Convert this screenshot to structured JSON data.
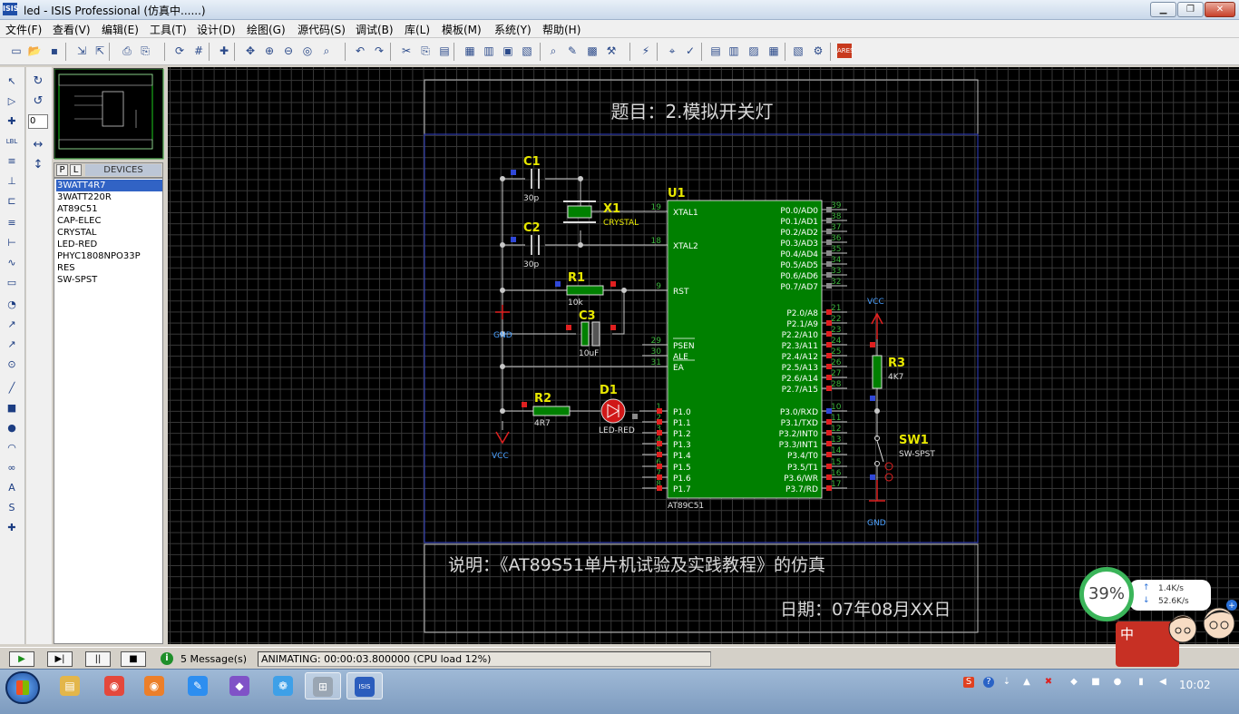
{
  "window": {
    "title": "led - ISIS Professional (仿真中......)",
    "app_icon": "ISIS",
    "min": "▁",
    "max": "❐",
    "close": "✕"
  },
  "menu": [
    "文件(F)",
    "查看(V)",
    "编辑(E)",
    "工具(T)",
    "设计(D)",
    "绘图(G)",
    "源代码(S)",
    "调试(B)",
    "库(L)",
    "模板(M)",
    "系统(Y)",
    "帮助(H)"
  ],
  "toolbar": {
    "icons": [
      "new-file-icon",
      "open-file-icon",
      "save-icon",
      "import-icon",
      "export-icon",
      "print-icon",
      "print-area-icon",
      "refresh-icon",
      "grid-icon",
      "origin-icon",
      "pan-icon",
      "zoom-in-icon",
      "zoom-out-icon",
      "zoom-all-icon",
      "zoom-area-icon",
      "undo-icon",
      "redo-icon",
      "cut-icon",
      "copy-icon",
      "paste-icon",
      "block-copy-icon",
      "block-move-icon",
      "block-rotate-icon",
      "block-delete-icon",
      "pick-device-icon",
      "make-device-icon",
      "packaging-icon",
      "decompose-icon",
      "wire-autorouter-icon",
      "search-tag-icon",
      "property-assign-icon",
      "new-sheet-icon",
      "remove-sheet-icon",
      "exit-to-parent-icon",
      "bill-of-materials-icon",
      "electrical-check-icon",
      "netlist-icon",
      "ares-icon"
    ]
  },
  "left_tools": [
    "selection-mode-icon",
    "component-mode-icon",
    "junction-dot-icon",
    "wire-label-icon",
    "text-script-icon",
    "buses-icon",
    "subcircuit-icon",
    "terminals-icon",
    "device-pins-icon",
    "graph-icon",
    "tape-recorder-icon",
    "generator-icon",
    "voltage-probe-icon",
    "current-probe-icon",
    "virtual-instruments-icon",
    "line-icon",
    "box-icon",
    "circle-icon",
    "arc-icon",
    "path-icon",
    "text-icon",
    "symbol-icon",
    "marker-icon"
  ],
  "rotation": {
    "value": "0"
  },
  "devices": {
    "tab_p": "P",
    "tab_l": "L",
    "title": "DEVICES",
    "items": [
      "3WATT4R7",
      "3WATT220R",
      "AT89C51",
      "CAP-ELEC",
      "CRYSTAL",
      "LED-RED",
      "PHYC1808NPO33P",
      "RES",
      "SW-SPST"
    ],
    "selected_index": 0
  },
  "schematic": {
    "title_text": "题目：2.模拟开关灯",
    "note_text": "说明：《AT89S51单片机试验及实践教程》的仿真",
    "date_text": "日期：07年08月XX日",
    "u1": {
      "ref": "U1",
      "part": "AT89C51",
      "left_pins": [
        {
          "num": "19",
          "name": "XTAL1"
        },
        {
          "num": "18",
          "name": "XTAL2"
        },
        {
          "num": "9",
          "name": "RST"
        },
        {
          "num": "29",
          "name": "PSEN"
        },
        {
          "num": "30",
          "name": "ALE"
        },
        {
          "num": "31",
          "name": "EA"
        },
        {
          "num": "1",
          "name": "P1.0"
        },
        {
          "num": "2",
          "name": "P1.1"
        },
        {
          "num": "3",
          "name": "P1.2"
        },
        {
          "num": "4",
          "name": "P1.3"
        },
        {
          "num": "5",
          "name": "P1.4"
        },
        {
          "num": "6",
          "name": "P1.5"
        },
        {
          "num": "7",
          "name": "P1.6"
        },
        {
          "num": "8",
          "name": "P1.7"
        }
      ],
      "right_pins": [
        {
          "num": "39",
          "name": "P0.0/AD0"
        },
        {
          "num": "38",
          "name": "P0.1/AD1"
        },
        {
          "num": "37",
          "name": "P0.2/AD2"
        },
        {
          "num": "36",
          "name": "P0.3/AD3"
        },
        {
          "num": "35",
          "name": "P0.4/AD4"
        },
        {
          "num": "34",
          "name": "P0.5/AD5"
        },
        {
          "num": "33",
          "name": "P0.6/AD6"
        },
        {
          "num": "32",
          "name": "P0.7/AD7"
        },
        {
          "num": "21",
          "name": "P2.0/A8"
        },
        {
          "num": "22",
          "name": "P2.1/A9"
        },
        {
          "num": "23",
          "name": "P2.2/A10"
        },
        {
          "num": "24",
          "name": "P2.3/A11"
        },
        {
          "num": "25",
          "name": "P2.4/A12"
        },
        {
          "num": "26",
          "name": "P2.5/A13"
        },
        {
          "num": "27",
          "name": "P2.6/A14"
        },
        {
          "num": "28",
          "name": "P2.7/A15"
        },
        {
          "num": "10",
          "name": "P3.0/RXD"
        },
        {
          "num": "11",
          "name": "P3.1/TXD"
        },
        {
          "num": "12",
          "name": "P3.2/INT0"
        },
        {
          "num": "13",
          "name": "P3.3/INT1"
        },
        {
          "num": "14",
          "name": "P3.4/T0"
        },
        {
          "num": "15",
          "name": "P3.5/T1"
        },
        {
          "num": "16",
          "name": "P3.6/WR"
        },
        {
          "num": "17",
          "name": "P3.7/RD"
        }
      ]
    },
    "c1": {
      "ref": "C1",
      "value": "30p"
    },
    "c2": {
      "ref": "C2",
      "value": "30p"
    },
    "c3": {
      "ref": "C3",
      "value": "10uF"
    },
    "x1": {
      "ref": "X1",
      "value": "CRYSTAL"
    },
    "r1": {
      "ref": "R1",
      "value": "10k"
    },
    "r2": {
      "ref": "R2",
      "value": "4R7"
    },
    "r3": {
      "ref": "R3",
      "value": "4K7"
    },
    "d1": {
      "ref": "D1",
      "value": "LED-RED"
    },
    "sw1": {
      "ref": "SW1",
      "value": "SW-SPST"
    },
    "gnd": "GND",
    "vcc": "VCC",
    "colors": {
      "chip": "#008000",
      "wire": "#c8c8c8",
      "ref": "#e8e800",
      "pin": "#3cb43c",
      "label": "#e0e0e0",
      "power": "#4aa0ff"
    }
  },
  "status": {
    "play": "▶",
    "step": "▶|",
    "pause": "||",
    "stop": "■",
    "messages": "5 Message(s)",
    "animating": "ANIMATING: 00:00:03.800000 (CPU load 12%)"
  },
  "taskbar": {
    "items": [
      "file-explorer-icon",
      "chrome-icon",
      "chrome-alt-icon",
      "sticky-notes-icon",
      "visual-studio-icon",
      "photos-icon",
      "vmware-icon",
      "isis-icon"
    ],
    "clock": "10:02",
    "cpu_widget": "39%",
    "net_up": "1.4K/s",
    "net_down": "52.6K/s",
    "ime_char": "中"
  }
}
